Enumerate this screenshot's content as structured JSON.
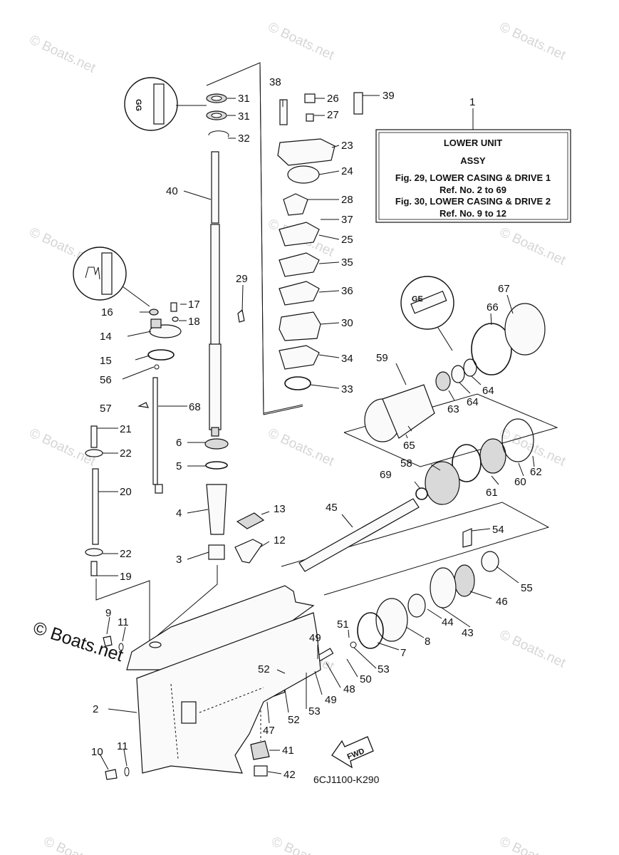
{
  "watermark_text": "© Boats.net",
  "copyright_text": "© Boats.net",
  "diagram_code": "6CJ1100-K290",
  "fwd_label": "FWD",
  "info_box": {
    "number": "1",
    "title": "LOWER UNIT",
    "subtitle": "ASSY",
    "line1": "Fig. 29, LOWER CASING & DRIVE 1",
    "line2": "Ref. No. 2 to 69",
    "line3": "Fig. 30, LOWER CASING & DRIVE 2",
    "line4": "Ref. No. 9 to 12"
  },
  "part_labels": [
    "2",
    "3",
    "4",
    "5",
    "6",
    "7",
    "8",
    "9",
    "10",
    "11",
    "11",
    "12",
    "13",
    "14",
    "15",
    "16",
    "17",
    "18",
    "19",
    "20",
    "21",
    "22",
    "22",
    "23",
    "24",
    "25",
    "26",
    "27",
    "28",
    "29",
    "30",
    "31",
    "31",
    "32",
    "33",
    "34",
    "35",
    "36",
    "37",
    "38",
    "39",
    "40",
    "41",
    "42",
    "43",
    "44",
    "45",
    "46",
    "47",
    "48",
    "49",
    "49",
    "50",
    "51",
    "52",
    "52",
    "53",
    "53",
    "54",
    "55",
    "56",
    "57",
    "58",
    "59",
    "60",
    "61",
    "62",
    "63",
    "64",
    "64",
    "65",
    "66",
    "67",
    "68",
    "69"
  ],
  "colors": {
    "line": "#111111",
    "watermark": "#b5b5b5",
    "background": "#ffffff"
  }
}
